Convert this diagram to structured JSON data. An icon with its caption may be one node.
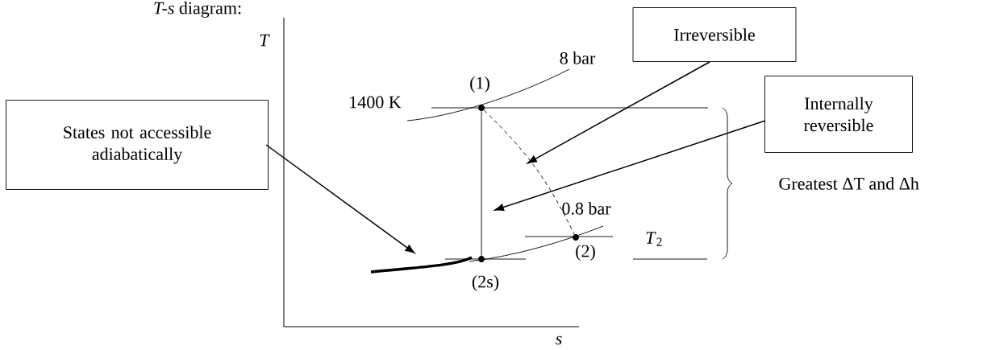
{
  "diagram": {
    "title": "*T-s* diagram:",
    "nodes": [
      {
        "text": [
          "States not accessible adiabatically"
        ]
      },
      {
        "text": [
          "Irreversible"
        ]
      },
      {
        "text": [
          "Internally reversible"
        ]
      },
      {
        "text": [],
        "shape": "circle",
        "beside": [
          "(1)"
        ]
      },
      {
        "text": [],
        "shape": "circle"
      },
      {
        "text": [],
        "shape": "circle",
        "beside": [
          "(2)"
        ]
      },
      {
        "text": [],
        "shape": "curve"
      }
    ],
    "edges": [
      {
        "from": 3,
        "to": 4,
        "arrow": "none"
      },
      {
        "from": 3,
        "to": 5,
        "arrow": "none",
        "style": "dashed"
      },
      {
        "from": 0,
        "to": 6,
        "arrow": "to"
      },
      {
        "from": 1,
        "to": null,
        "arrow": "to"
      },
      {
        "from": 2,
        "to": null,
        "arrow": "to"
      }
    ],
    "labels": [
      "*T*",
      "8 bar",
      "1400 K",
      "0.8 bar",
      "*T*$_{2}$",
      "Greatest ΔT and Δh",
      "(2s)",
      "*s*"
    ]
  }
}
